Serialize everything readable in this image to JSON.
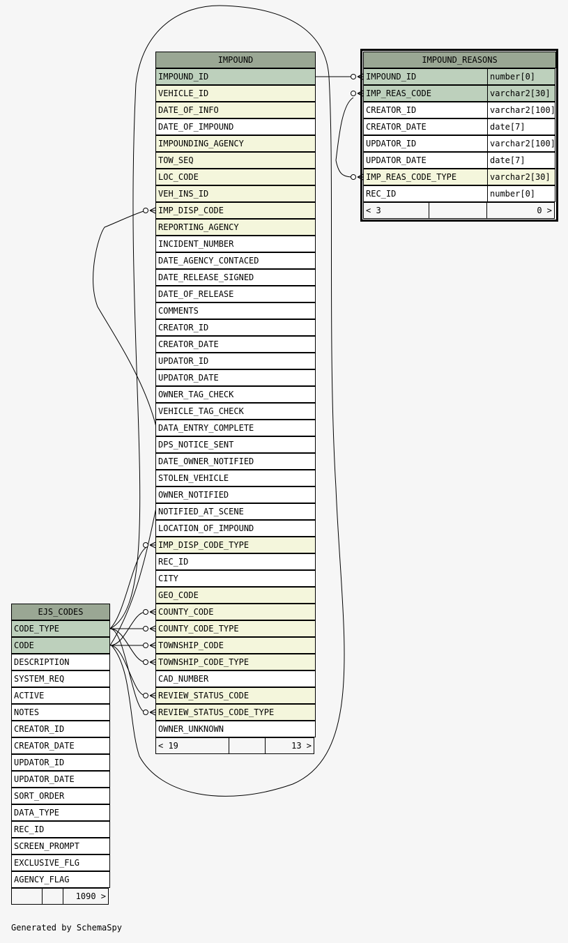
{
  "footer": "Generated by SchemaSpy",
  "tables": {
    "impound": {
      "name": "IMPOUND",
      "columns": [
        {
          "name": "IMPOUND_ID",
          "kind": "pk"
        },
        {
          "name": "VEHICLE_ID",
          "kind": "fk"
        },
        {
          "name": "DATE_OF_INFO",
          "kind": "fk"
        },
        {
          "name": "DATE_OF_IMPOUND",
          "kind": "plain"
        },
        {
          "name": "IMPOUNDING_AGENCY",
          "kind": "fk"
        },
        {
          "name": "TOW_SEQ",
          "kind": "fk"
        },
        {
          "name": "LOC_CODE",
          "kind": "fk"
        },
        {
          "name": "VEH_INS_ID",
          "kind": "fk"
        },
        {
          "name": "IMP_DISP_CODE",
          "kind": "fk"
        },
        {
          "name": "REPORTING_AGENCY",
          "kind": "fk"
        },
        {
          "name": "INCIDENT_NUMBER",
          "kind": "plain"
        },
        {
          "name": "DATE_AGENCY_CONTACED",
          "kind": "plain"
        },
        {
          "name": "DATE_RELEASE_SIGNED",
          "kind": "plain"
        },
        {
          "name": "DATE_OF_RELEASE",
          "kind": "plain"
        },
        {
          "name": "COMMENTS",
          "kind": "plain"
        },
        {
          "name": "CREATOR_ID",
          "kind": "plain"
        },
        {
          "name": "CREATOR_DATE",
          "kind": "plain"
        },
        {
          "name": "UPDATOR_ID",
          "kind": "plain"
        },
        {
          "name": "UPDATOR_DATE",
          "kind": "plain"
        },
        {
          "name": "OWNER_TAG_CHECK",
          "kind": "plain"
        },
        {
          "name": "VEHICLE_TAG_CHECK",
          "kind": "plain"
        },
        {
          "name": "DATA_ENTRY_COMPLETE",
          "kind": "plain"
        },
        {
          "name": "DPS_NOTICE_SENT",
          "kind": "plain"
        },
        {
          "name": "DATE_OWNER_NOTIFIED",
          "kind": "plain"
        },
        {
          "name": "STOLEN_VEHICLE",
          "kind": "plain"
        },
        {
          "name": "OWNER_NOTIFIED",
          "kind": "plain"
        },
        {
          "name": "NOTIFIED_AT_SCENE",
          "kind": "plain"
        },
        {
          "name": "LOCATION_OF_IMPOUND",
          "kind": "plain"
        },
        {
          "name": "IMP_DISP_CODE_TYPE",
          "kind": "fk"
        },
        {
          "name": "REC_ID",
          "kind": "plain"
        },
        {
          "name": "CITY",
          "kind": "plain"
        },
        {
          "name": "GEO_CODE",
          "kind": "fk"
        },
        {
          "name": "COUNTY_CODE",
          "kind": "fk"
        },
        {
          "name": "COUNTY_CODE_TYPE",
          "kind": "fk"
        },
        {
          "name": "TOWNSHIP_CODE",
          "kind": "fk"
        },
        {
          "name": "TOWNSHIP_CODE_TYPE",
          "kind": "fk"
        },
        {
          "name": "CAD_NUMBER",
          "kind": "plain"
        },
        {
          "name": "REVIEW_STATUS_CODE",
          "kind": "fk"
        },
        {
          "name": "REVIEW_STATUS_CODE_TYPE",
          "kind": "fk"
        },
        {
          "name": "OWNER_UNKNOWN",
          "kind": "plain"
        }
      ],
      "footer": {
        "parents": "< 19",
        "middle": "",
        "children": "13 >"
      }
    },
    "impound_reasons": {
      "name": "IMPOUND_REASONS",
      "columns": [
        {
          "name": "IMPOUND_ID",
          "type": "number[0]",
          "kind": "pk"
        },
        {
          "name": "IMP_REAS_CODE",
          "type": "varchar2[30]",
          "kind": "pk"
        },
        {
          "name": "CREATOR_ID",
          "type": "varchar2[100]",
          "kind": "plain"
        },
        {
          "name": "CREATOR_DATE",
          "type": "date[7]",
          "kind": "plain"
        },
        {
          "name": "UPDATOR_ID",
          "type": "varchar2[100]",
          "kind": "plain"
        },
        {
          "name": "UPDATOR_DATE",
          "type": "date[7]",
          "kind": "plain"
        },
        {
          "name": "IMP_REAS_CODE_TYPE",
          "type": "varchar2[30]",
          "kind": "fk"
        },
        {
          "name": "REC_ID",
          "type": "number[0]",
          "kind": "plain"
        }
      ],
      "footer": {
        "parents": "< 3",
        "middle": "",
        "children": "0 >"
      }
    },
    "ejs_codes": {
      "name": "EJS_CODES",
      "columns": [
        {
          "name": "CODE_TYPE",
          "kind": "pk"
        },
        {
          "name": "CODE",
          "kind": "pk"
        },
        {
          "name": "DESCRIPTION",
          "kind": "plain"
        },
        {
          "name": "SYSTEM_REQ",
          "kind": "plain"
        },
        {
          "name": "ACTIVE",
          "kind": "plain"
        },
        {
          "name": "NOTES",
          "kind": "plain"
        },
        {
          "name": "CREATOR_ID",
          "kind": "plain"
        },
        {
          "name": "CREATOR_DATE",
          "kind": "plain"
        },
        {
          "name": "UPDATOR_ID",
          "kind": "plain"
        },
        {
          "name": "UPDATOR_DATE",
          "kind": "plain"
        },
        {
          "name": "SORT_ORDER",
          "kind": "plain"
        },
        {
          "name": "DATA_TYPE",
          "kind": "plain"
        },
        {
          "name": "REC_ID",
          "kind": "plain"
        },
        {
          "name": "SCREEN_PROMPT",
          "kind": "plain"
        },
        {
          "name": "EXCLUSIVE_FLG",
          "kind": "plain"
        },
        {
          "name": "AGENCY_FLAG",
          "kind": "plain"
        }
      ],
      "footer": {
        "parents": "",
        "middle": "",
        "children": "1090 >"
      }
    }
  },
  "relationships": [
    {
      "from": "IMPOUND.IMPOUND_ID",
      "to": "IMPOUND_REASONS.IMPOUND_ID"
    },
    {
      "from": "EJS_CODES.CODE",
      "to": "IMPOUND_REASONS.IMP_REAS_CODE"
    },
    {
      "from": "EJS_CODES.CODE_TYPE",
      "to": "IMPOUND_REASONS.IMP_REAS_CODE_TYPE"
    },
    {
      "from": "EJS_CODES.CODE",
      "to": "IMPOUND.IMP_DISP_CODE"
    },
    {
      "from": "EJS_CODES.CODE_TYPE",
      "to": "IMPOUND.IMP_DISP_CODE_TYPE"
    },
    {
      "from": "EJS_CODES.CODE",
      "to": "IMPOUND.COUNTY_CODE"
    },
    {
      "from": "EJS_CODES.CODE_TYPE",
      "to": "IMPOUND.COUNTY_CODE_TYPE"
    },
    {
      "from": "EJS_CODES.CODE",
      "to": "IMPOUND.TOWNSHIP_CODE"
    },
    {
      "from": "EJS_CODES.CODE_TYPE",
      "to": "IMPOUND.TOWNSHIP_CODE_TYPE"
    },
    {
      "from": "EJS_CODES.CODE",
      "to": "IMPOUND.REVIEW_STATUS_CODE"
    },
    {
      "from": "EJS_CODES.CODE_TYPE",
      "to": "IMPOUND.REVIEW_STATUS_CODE_TYPE"
    }
  ]
}
